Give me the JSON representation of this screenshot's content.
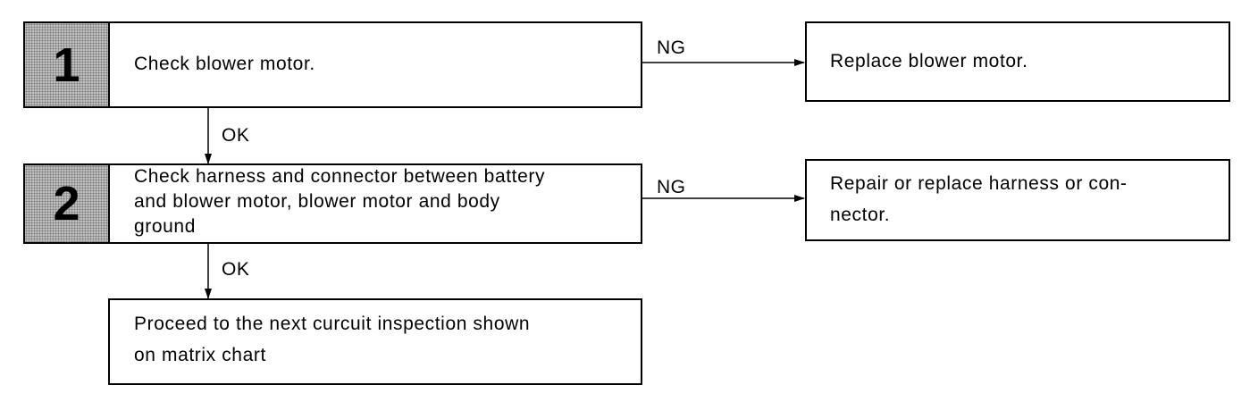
{
  "steps": [
    {
      "number": "1",
      "text": "Check blower motor."
    },
    {
      "number": "2",
      "text_lines": [
        "Check harness and connector between battery",
        "and blower motor, blower motor and body",
        "ground"
      ]
    }
  ],
  "results": [
    {
      "text": "Replace blower motor."
    },
    {
      "text_lines": [
        "Repair or replace harness or con-",
        "nector."
      ]
    }
  ],
  "final": {
    "text_lines": [
      "Proceed to the next curcuit inspection shown",
      "on matrix chart"
    ]
  },
  "labels": {
    "ng": "NG",
    "ok": "OK"
  }
}
